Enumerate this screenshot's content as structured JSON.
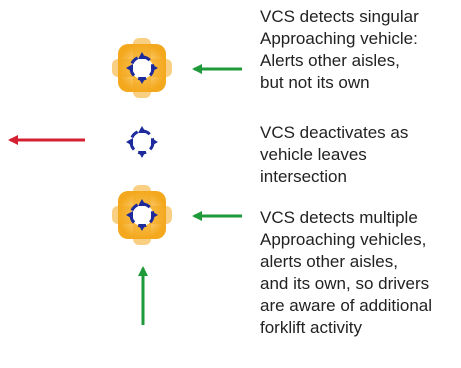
{
  "colors": {
    "glow": "#f4a81d",
    "sensor_ring": "#1c2a9c",
    "green_arrow": "#1e9a3a",
    "red_arrow": "#d42030"
  },
  "icons": [
    "sensor-active-icon",
    "sensor-inactive-icon",
    "arrow-left-icon",
    "arrow-up-icon"
  ],
  "captions": [
    {
      "text": "VCS detects singular\nApproaching vehicle:\nAlerts other aisles,\nbut not its own"
    },
    {
      "text": "VCS deactivates as\nvehicle leaves\nintersection"
    },
    {
      "text": "VCS detects multiple\nApproaching vehicles,\nalerts other aisles,\nand its own, so drivers\nare aware of additional\nforklift activity"
    }
  ]
}
